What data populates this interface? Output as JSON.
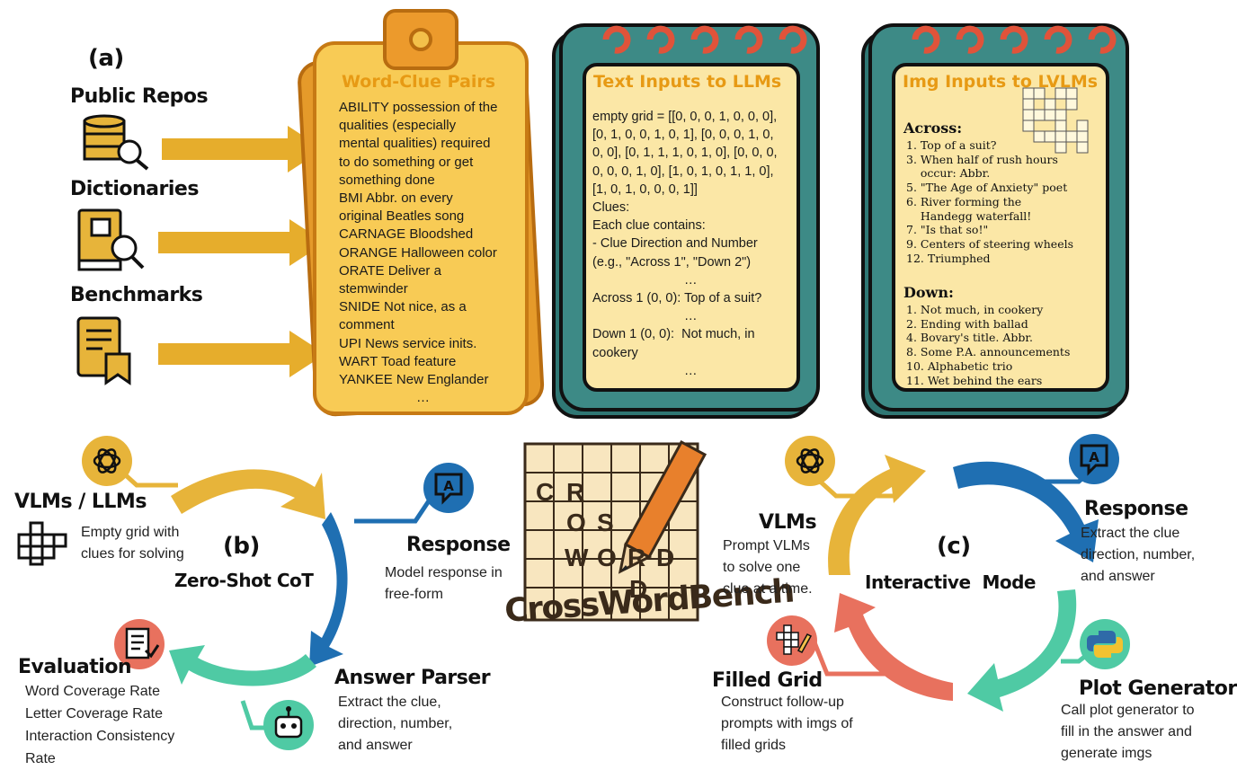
{
  "panel_a": {
    "label": "(a)",
    "sources": [
      "Public Repos",
      "Dictionaries",
      "Benchmarks"
    ],
    "word_clue_card": {
      "title": "Word-Clue Pairs",
      "lines": [
        "ABILITY possession of the",
        "qualities (especially",
        "mental qualities) required",
        "to do something or get",
        "something done",
        "BMI Abbr. on every",
        "original Beatles song",
        "CARNAGE Bloodshed",
        "ORANGE Halloween color",
        "ORATE Deliver a",
        "stemwinder",
        "SNIDE Not nice, as a",
        "comment",
        "UPI News service inits.",
        "WART Toad feature",
        "YANKEE New Englander",
        "…"
      ]
    },
    "text_card": {
      "title": "Text Inputs to LLMs",
      "lines": [
        "empty grid = [[0, 0, 0, 1, 0, 0, 0],",
        "[0, 1, 0, 0, 1, 0, 1], [0, 0, 0, 1, 0,",
        "0, 0], [0, 1, 1, 1, 0, 1, 0], [0, 0, 0,",
        "0, 0, 0, 1, 0], [1, 0, 1, 0, 1, 1, 0],",
        "[1, 0, 1, 0, 0, 0, 1]]",
        "Clues:",
        "Each clue contains:",
        "- Clue Direction and Number",
        "(e.g., \"Across 1\", \"Down 2\")",
        "…",
        "Across 1 (0, 0): Top of a suit?",
        "…",
        "Down 1 (0, 0):  Not much, in",
        "cookery",
        "…"
      ]
    },
    "img_card": {
      "title": "Img Inputs to LVLMs",
      "across_heading": "Across:",
      "across": [
        "1. Top of a suit?",
        "3. When half of rush hours",
        "    occur: Abbr.",
        "5. \"The Age of Anxiety\" poet",
        "6. River forming the",
        "    Handegg waterfall!",
        "7. \"Is that so!\"",
        "9. Centers of steering wheels",
        "12. Triumphed"
      ],
      "down_heading": "Down:",
      "down": [
        "1. Not much, in cookery",
        "2. Ending with ballad",
        "4. Bovary's title. Abbr.",
        "8. Some P.A. announcements",
        "10. Alphabetic trio",
        "11. Wet behind the ears"
      ]
    }
  },
  "panel_b": {
    "label": "(b)",
    "mode": "Zero-Shot CoT",
    "models_title": "VLMs / LLMs",
    "models_desc": [
      "Empty grid with",
      "clues for solving"
    ],
    "response_title": "Response",
    "response_desc": [
      "Model response in",
      "free-form"
    ],
    "parser_title": "Answer Parser",
    "parser_desc": [
      "Extract the clue,",
      "direction, number,",
      "and answer"
    ],
    "eval_title": "Evaluation",
    "eval_desc": [
      "Word Coverage Rate",
      "Letter Coverage Rate",
      "Interaction Consistency",
      "Rate"
    ]
  },
  "logo": {
    "letters": [
      "C",
      "R",
      "O",
      "S",
      "W",
      "O",
      "R",
      "D",
      "D"
    ],
    "wordmark": "CrossWordBench"
  },
  "panel_c": {
    "label": "(c)",
    "mode": "Interactive  Mode",
    "vlms_title": "VLMs",
    "vlms_desc": [
      "Prompt VLMs",
      "to solve one",
      "clue at a time."
    ],
    "response_title": "Response",
    "response_desc": [
      "Extract the clue",
      "direction, number,",
      "and answer"
    ],
    "plot_title": "Plot Generator",
    "plot_desc": [
      "Call plot generator to",
      "fill in the answer and",
      "generate imgs"
    ],
    "filled_title": "Filled Grid",
    "filled_desc": [
      "Construct follow-up",
      "prompts with imgs of",
      "filled grids"
    ]
  },
  "colors": {
    "gold": "#e7b43a",
    "blue": "#1f6fb2",
    "teal": "#4fcaa4",
    "coral": "#e8715e",
    "notebook": "#3d8a86"
  },
  "icons": [
    "database-search-icon",
    "dictionary-search-icon",
    "document-bookmark-icon",
    "openai-icon",
    "chat-a-icon",
    "grid-icon",
    "checklist-icon",
    "robot-icon",
    "python-icon",
    "crossword-icon",
    "pencil-icon"
  ]
}
